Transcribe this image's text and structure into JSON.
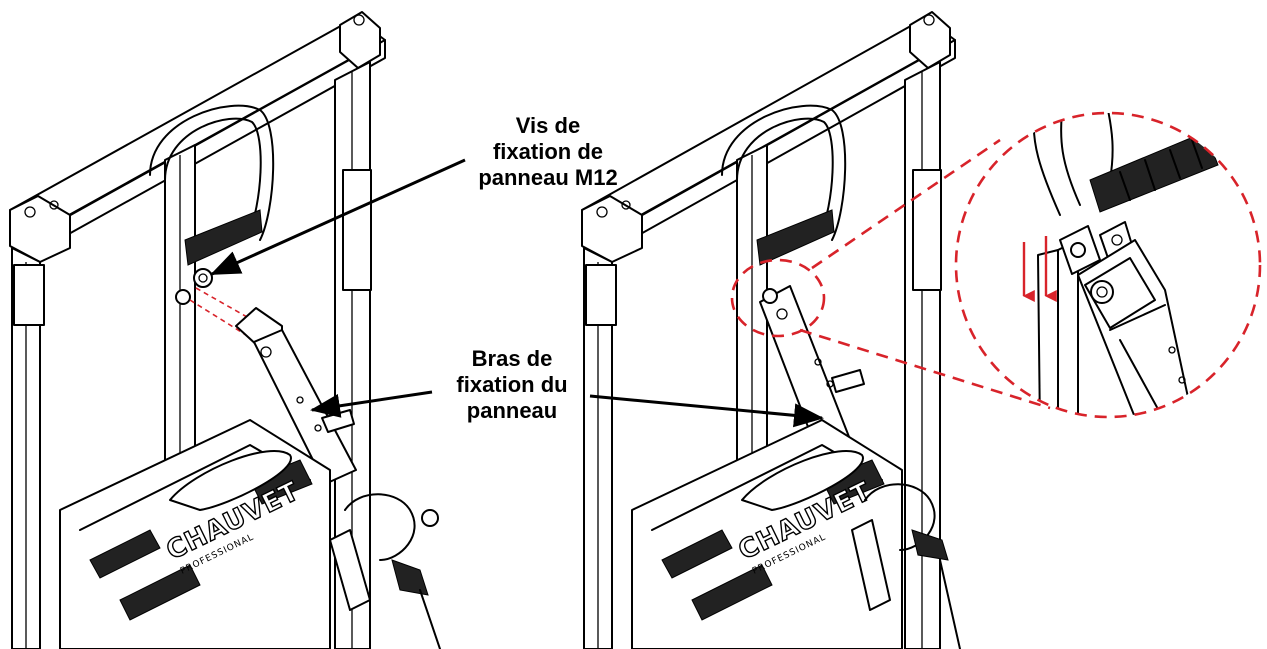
{
  "labels": {
    "mount_screw": [
      "Vis de",
      "fixation de",
      "panneau M12"
    ],
    "arm_left": [
      "Bras de",
      "fixation du",
      "panneau"
    ]
  },
  "logo": {
    "brand": "CHAUVET",
    "sub": "PROFESSIONAL"
  },
  "colors": {
    "detail_red": "#d8232a",
    "ink": "#000000",
    "paper": "#ffffff"
  }
}
